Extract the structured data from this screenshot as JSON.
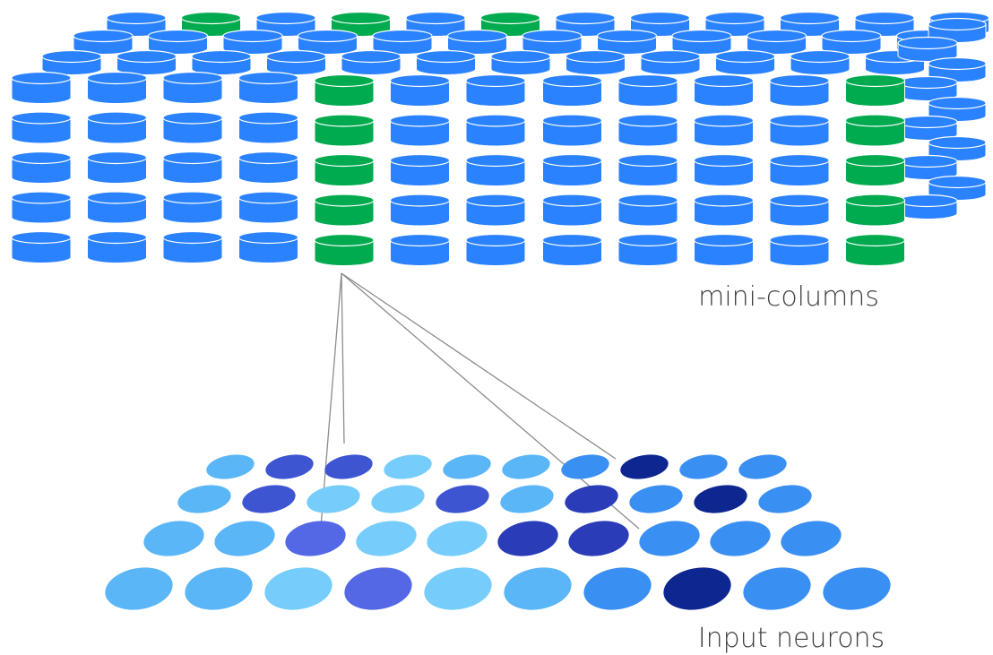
{
  "labels": {
    "columns": "mini-columns",
    "inputs": "Input neurons"
  },
  "colors": {
    "column_blue": "#2a82ff",
    "column_active": "#00aa4e",
    "column_outline": "#ffffff",
    "connection_line": "#8c8c8c"
  },
  "columns": {
    "back_rows": 3,
    "front_cols": 12,
    "stack_height": 5,
    "active_front_columns": [
      4,
      11
    ],
    "active_back_columns": [
      [
        0,
        1
      ],
      [
        0,
        3
      ],
      [
        0,
        5
      ]
    ]
  },
  "input_neurons": {
    "rows": [
      [
        "light",
        "dark",
        "dark",
        "pale",
        "light",
        "light",
        "mid",
        "navy",
        "mid",
        "mid"
      ],
      [
        "light",
        "dark",
        "pale",
        "pale",
        "dark",
        "light",
        "deep",
        "mid",
        "navy",
        "mid"
      ],
      [
        "light",
        "light",
        "indigo",
        "pale",
        "pale",
        "deep",
        "deep",
        "mid",
        "mid",
        "mid"
      ],
      [
        "light",
        "light",
        "pale",
        "indigo",
        "pale",
        "light",
        "mid",
        "navy",
        "mid",
        "mid"
      ]
    ],
    "palette": {
      "pale": "#76cdfb",
      "light": "#5bb6f7",
      "mid": "#3a8ff2",
      "indigo": "#5468e6",
      "dark": "#3e55d2",
      "deep": "#2a3cb8",
      "navy": "#0d2690"
    },
    "connected": [
      [
        0,
        2
      ],
      [
        2,
        2
      ],
      [
        0,
        7
      ],
      [
        2,
        7
      ]
    ]
  }
}
